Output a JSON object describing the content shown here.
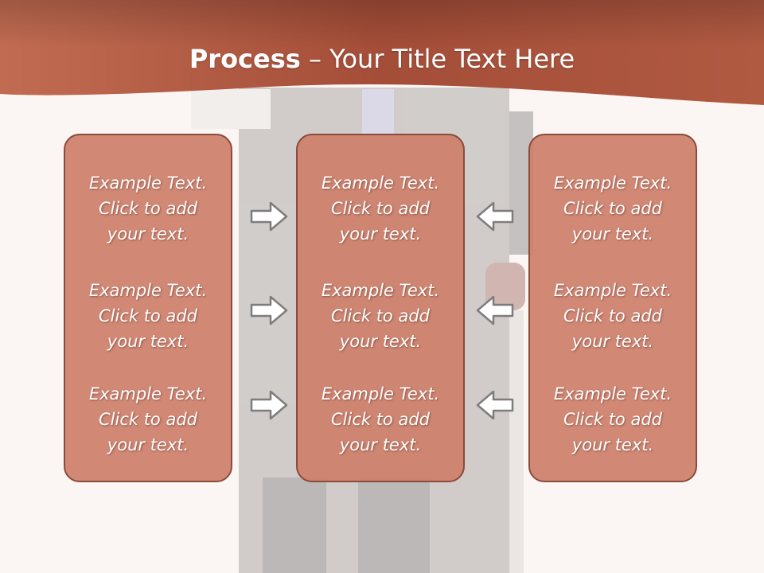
{
  "slide": {
    "title_bold": "Process",
    "title_rest": " – Your Title Text Here"
  },
  "columns": [
    {
      "blocks": [
        [
          "Example Text.",
          "Click  to add",
          "your text."
        ],
        [
          "Example Text.",
          "Click  to add",
          "your text."
        ],
        [
          "Example Text.",
          "Click  to add",
          "your text."
        ]
      ]
    },
    {
      "blocks": [
        [
          "Example Text.",
          "Click  to add",
          "your text."
        ],
        [
          "Example Text.",
          "Click  to add",
          "your text."
        ],
        [
          "Example Text.",
          "Click  to add",
          "your text."
        ]
      ]
    },
    {
      "blocks": [
        [
          "Example Text.",
          "Click  to add",
          "your text."
        ],
        [
          "Example Text.",
          "Click  to add",
          "your text."
        ],
        [
          "Example Text.",
          "Click  to add",
          "your text."
        ]
      ]
    }
  ],
  "arrows": {
    "left_group_direction": "right",
    "right_group_direction": "left"
  },
  "colors": {
    "header": "#b45a43",
    "box_fill": "#cd806c",
    "box_border": "#8b4a3a",
    "text": "#ffffff"
  }
}
